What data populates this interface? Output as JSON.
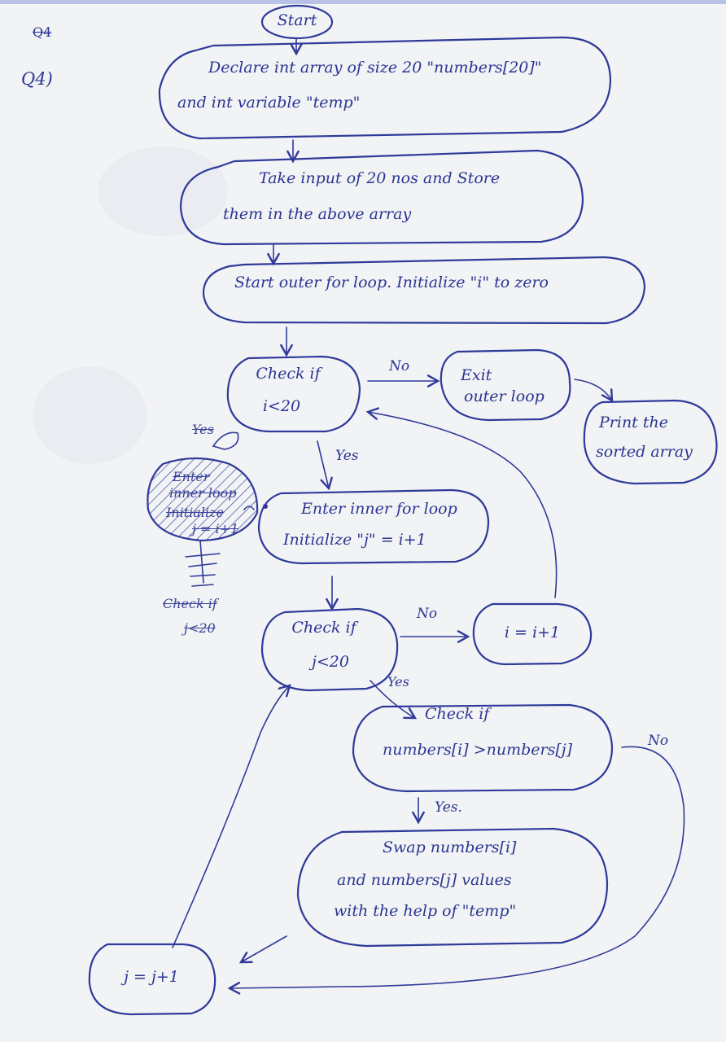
{
  "page": {
    "question_label": "Q4)",
    "corner_mark": "Q4"
  },
  "nodes": {
    "start": "Start",
    "declare": [
      "Declare  int  array  of size 20  \"numbers[20]\"",
      "and   int   variable  \"temp\""
    ],
    "input": [
      "Take  input  of  20 nos  and  Store",
      "them  in  the  above  array"
    ],
    "outer_loop": "Start  outer  for loop.  Initialize  \"i\"  to zero",
    "check_i": [
      "Check  if",
      "i<20"
    ],
    "exit_outer": [
      "Exit",
      "outer loop"
    ],
    "print_sorted": [
      "Print  the",
      "sorted  array"
    ],
    "inner_loop": [
      "Enter  inner  for loop",
      "Initialize  \"j\" = i+1"
    ],
    "check_j": [
      "Check  if",
      "j<20"
    ],
    "i_increment": "i = i+1",
    "check_compare": [
      "Check  if",
      "numbers[i] >numbers[j]"
    ],
    "swap": [
      "Swap   numbers[i]",
      "and  numbers[j]  values",
      "with  the  help  of  \"temp\""
    ],
    "j_increment": "j = j+1"
  },
  "edge_labels": {
    "i_no": "No",
    "i_yes": "Yes",
    "j_no": "No",
    "j_yes": "Yes",
    "cmp_yes": "Yes.",
    "cmp_no": "No"
  },
  "scratch": {
    "yes": "Yes",
    "bubble": [
      "Enter",
      "inner loop",
      "Initialize"
    ],
    "expr": "j = i+1",
    "check": [
      "Check  if",
      "j<20"
    ]
  },
  "colors": {
    "ink": "#2f3a9a",
    "paper": "#f2f3f5"
  }
}
